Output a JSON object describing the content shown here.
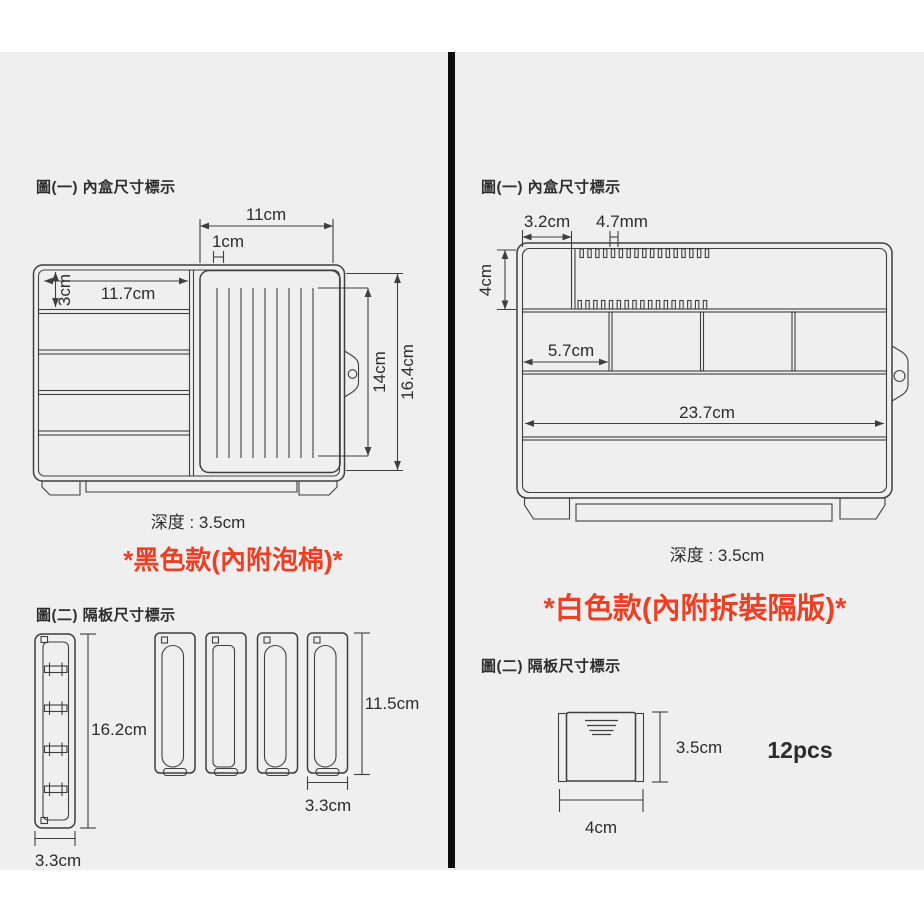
{
  "page": {
    "panel_bg": "#efefef",
    "divider_color": "#0d0d0d",
    "accent_red": "#ee3e23",
    "line_color": "#3f3f3f"
  },
  "left": {
    "fig1_heading": "圖(一) 內盒尺寸標示",
    "fig1": {
      "top_width": "11cm",
      "slot_width": "1cm",
      "inner_width": "11.7cm",
      "row_height": "3cm",
      "foam_height": "14cm",
      "total_height": "16.4cm",
      "depth": "深度 : 3.5cm"
    },
    "variant": "*黑色款(內附泡棉)*",
    "fig2_heading": "圖(二) 隔板尺寸標示",
    "fig2": {
      "rack_height": "16.2cm",
      "rack_width": "3.3cm",
      "divider_height": "11.5cm",
      "divider_width": "3.3cm"
    }
  },
  "right": {
    "fig1_heading": "圖(一) 內盒尺寸標示",
    "fig1": {
      "left_cell_width": "3.2cm",
      "slot_pitch": "4.7mm",
      "top_row_height": "4cm",
      "cell_width": "5.7cm",
      "inner_width": "23.7cm",
      "depth": "深度 : 3.5cm"
    },
    "variant": "*白色款(內附拆裝隔版)*",
    "fig2_heading": "圖(二) 隔板尺寸標示",
    "fig2": {
      "divider_height": "3.5cm",
      "divider_width": "4cm",
      "count": "12pcs"
    }
  }
}
